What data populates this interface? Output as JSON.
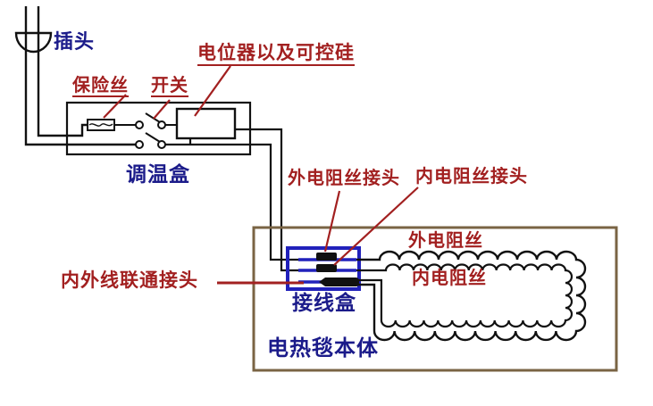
{
  "diagram": {
    "type": "electric-blanket-wiring-diagram",
    "labels": {
      "plug": "插头",
      "fuse": "保险丝",
      "switch": "开关",
      "potentiometer_thyristor": "电位器以及可控硅",
      "control_box": "调温盒",
      "outer_wire_connector": "外电阻丝接头",
      "inner_wire_connector": "内电阻丝接头",
      "inner_outer_joint": "内外线联通接头",
      "junction_box": "接线盒",
      "outer_wire": "外电阻丝",
      "inner_wire": "内电阻丝",
      "blanket_body": "电热毯本体"
    },
    "colors": {
      "annotation_red": "#a22020",
      "label_blue": "#1b1b8a",
      "junction_box_blue": "#2121bb",
      "blanket_border_brown": "#7a6444",
      "wire_black": "#111111",
      "background": "#ffffff"
    }
  }
}
